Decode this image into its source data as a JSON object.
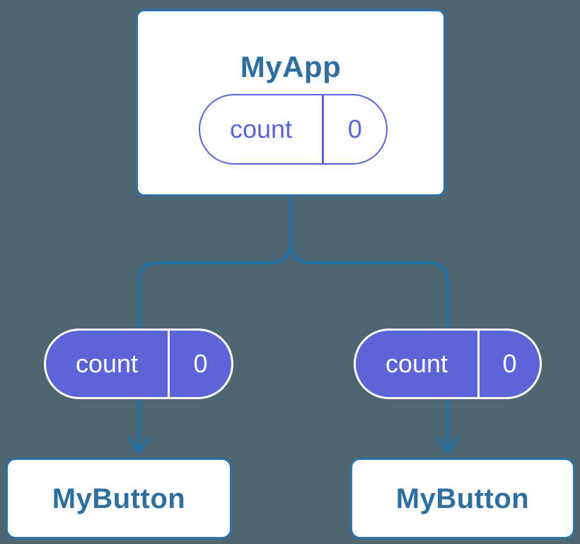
{
  "colors": {
    "background": "#4d6671",
    "connector_blue": "#2173a9",
    "node_border_blue": "#2b74a8",
    "node_text_blue": "#2f6fa0",
    "state_indigo": "#5a64d8",
    "pill_fill_indigo": "#5b65d8",
    "pill_text_white": "#ffffff",
    "node_background": "#ffffff"
  },
  "diagram": {
    "root": {
      "title": "MyApp",
      "state_pill": {
        "label": "count",
        "value": "0",
        "style": "outline"
      }
    },
    "children": [
      {
        "title": "MyButton",
        "prop_pill": {
          "label": "count",
          "value": "0",
          "style": "filled"
        }
      },
      {
        "title": "MyButton",
        "prop_pill": {
          "label": "count",
          "value": "0",
          "style": "filled"
        }
      }
    ]
  }
}
